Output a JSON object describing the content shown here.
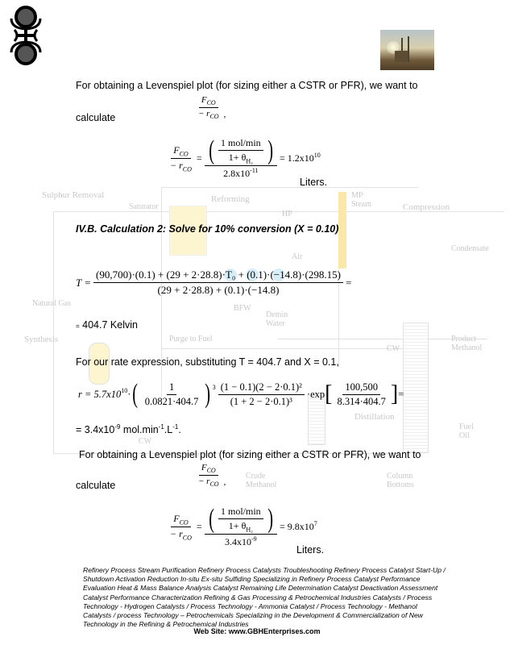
{
  "header": {
    "logo": "gbh-logo",
    "photo": "refinery-sunset-photo"
  },
  "watermark_labels": {
    "sulphur_removal": "Sulphur Removal",
    "saturator": "Saturator",
    "reforming": "Reforming",
    "mp_steam": "MP Steam",
    "compression": "Compression",
    "hp": "HP",
    "air": "Air",
    "natural_gas": "Natural Gas",
    "condensate": "Condensate",
    "bfw": "BFW",
    "demin_water": "Demin Water",
    "purge_to_fuel": "Purge to Fuel",
    "cw1": "CW",
    "synthesis": "Synthesis",
    "distillation": "Distillation",
    "product_methanol": "Product Methanol",
    "fuel_oil": "Fuel Oil",
    "cw2": "CW",
    "crude_methanol": "Crude Methanol",
    "column_bottoms": "Column Bottoms"
  },
  "section1": {
    "intro": "For obtaining a Levenspiel plot (for sizing either a CSTR or PFR), we want to",
    "calculate": "calculate",
    "frac_num": "F",
    "frac_num_sub": "CO",
    "frac_den": "− r",
    "frac_den_sub": "CO",
    "comma": ",",
    "eq_numerator": "1 mol/min",
    "eq_numerator_den": "1+ θ",
    "eq_theta_sub": "H₂",
    "eq_denominator": "2.8x10",
    "eq_denominator_exp": "-11",
    "eq_result": "= 1.2x10",
    "eq_result_exp": "10",
    "units": "Liters."
  },
  "heading": "IV.B. Calculation 2: Solve for 10% conversion (X = 0.10)",
  "temperature": {
    "lhs": "T =",
    "numerator": "(90,700)·(0.1) + (29 + 2·28.8)·T₀ + (0.1)·(−14.8)·(298.15)",
    "denominator": "(29 + 2·28.8) + (0.1)·(−14.8)",
    "trail": "=",
    "result_eq": "=",
    "result": "404.7 Kelvin"
  },
  "rate": {
    "intro": "For our rate expression, substituting T = 404.7 and X = 0.1,",
    "lhs": "r = 5.7x10",
    "lhs_exp": "10",
    "f1_num": "1",
    "f1_den": "0.0821·404.7",
    "f1_exp": "3",
    "f2_num": "(1 − 0.1)(2 − 2·0.1)²",
    "f2_den": "(1 + 2 − 2·0.1)³",
    "exp_label": "·exp",
    "f3_num": "100,500",
    "f3_den": "8.314·404.7",
    "trail": "=",
    "result_prefix": "= 3.4x10",
    "result_exp": "-9",
    "result_units": " mol.min",
    "result_units_exp1": "-1",
    "result_units_mid": ".L",
    "result_units_exp2": "-1",
    "result_end": "."
  },
  "section2": {
    "intro": "For obtaining a Levenspiel plot (for sizing either a CSTR or PFR), we want to",
    "calculate": "calculate",
    "frac_num": "F",
    "frac_num_sub": "CO",
    "frac_den": "− r",
    "frac_den_sub": "CO",
    "comma": ",",
    "eq_numerator": "1 mol/min",
    "eq_numerator_den": "1+ θ",
    "eq_theta_sub": "H₂",
    "eq_denominator": "3.4x10",
    "eq_denominator_exp": "-9",
    "eq_result": "= 9.8x10",
    "eq_result_exp": "7",
    "units": "Liters."
  },
  "footer": {
    "text": "Refinery Process Stream Purification Refinery Process Catalysts Troubleshooting Refinery Process Catalyst Start-Up / Shutdown  Activation   Reduction  In-situ  Ex-situ Sulfiding Specializing in Refinery Process Catalyst Performance Evaluation Heat & Mass Balance Analysis  Catalyst Remaining Life Determination  Catalyst Deactivation Assessment Catalyst Performance Characterization  Refining  & Gas Processing &  Petrochemical Industries  Catalysts / Process Technology - Hydrogen  Catalysts / Process Technology - Ammonia  Catalyst / Process Technology - Methanol Catalysts / process Technology – Petrochemicals  Specializing in the Development  & Commercialization of New Technology in the Refining &   Petrochemical Industries",
    "website": "Web Site: www.GBHEnterprises.com"
  }
}
